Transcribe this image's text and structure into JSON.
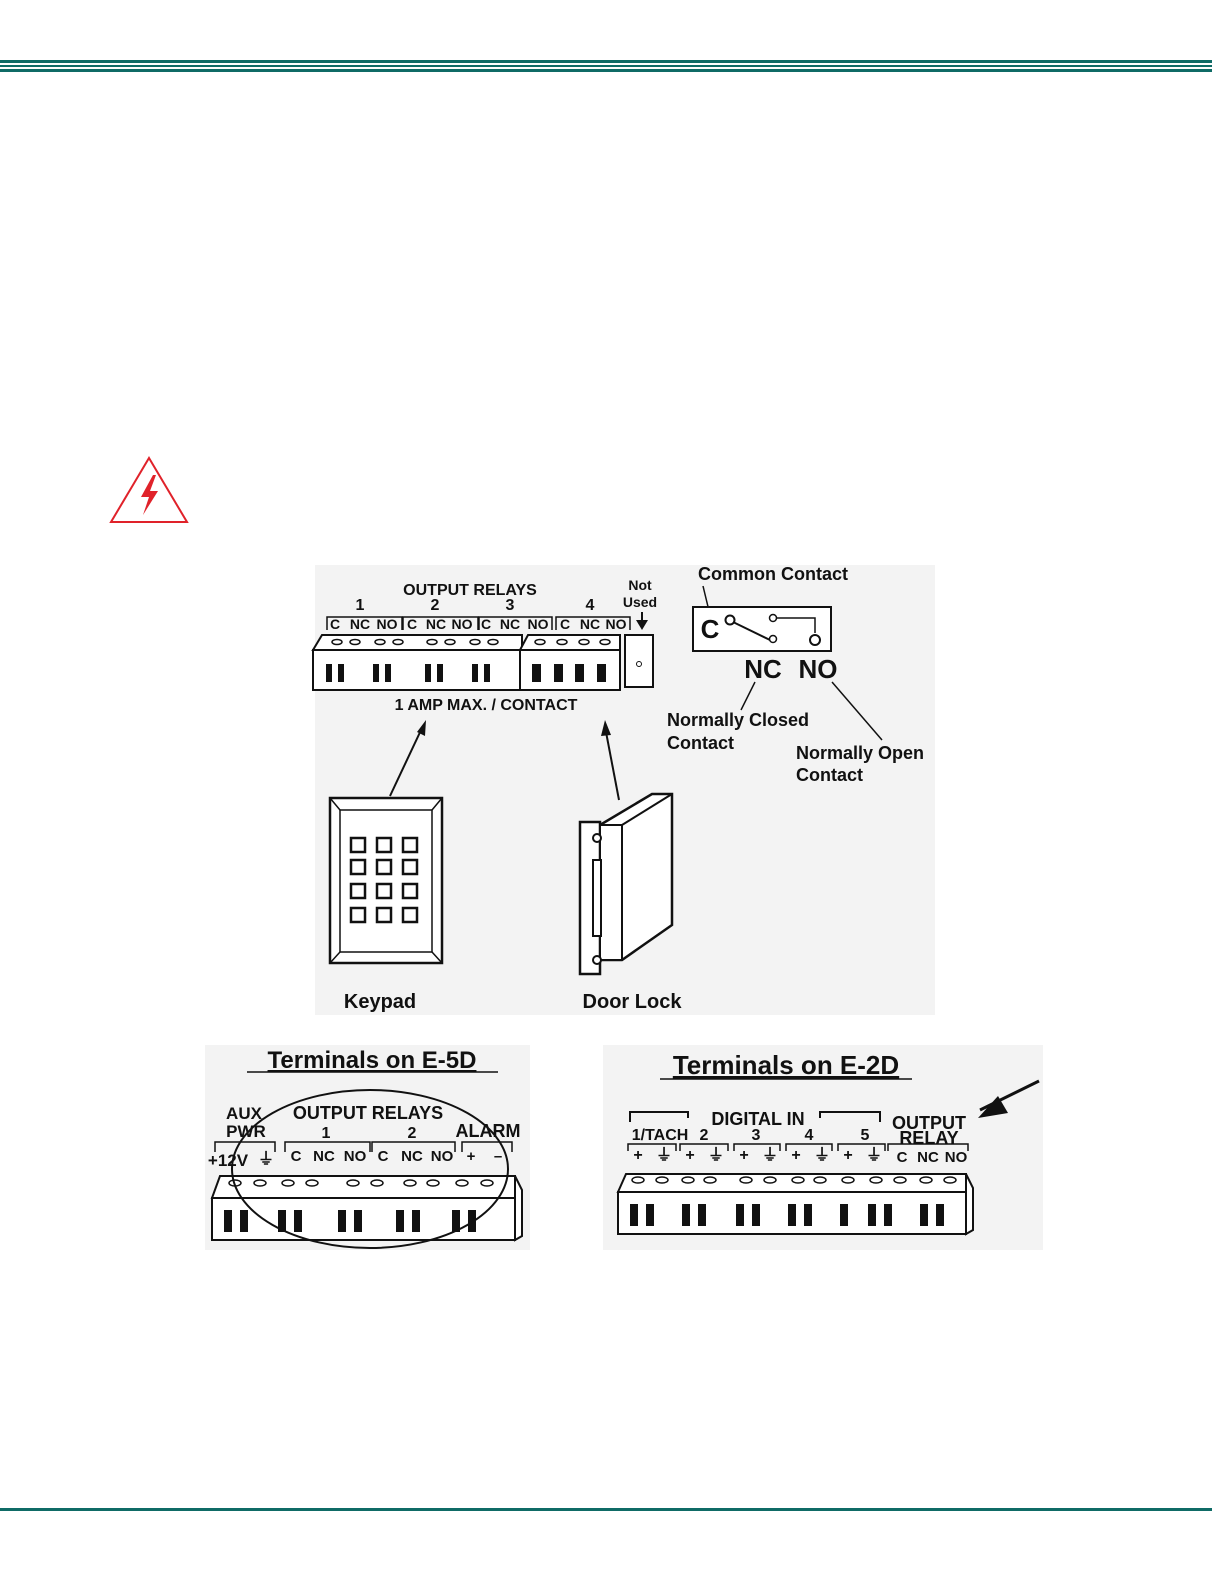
{
  "colors": {
    "rule": "#0f6b66",
    "warning": "#e0222a",
    "ink": "#111111",
    "panel": "#f3f3f3"
  },
  "warning_icon": "lightning-hazard-icon",
  "relay_board": {
    "title": "OUTPUT RELAYS",
    "relay_numbers": [
      "1",
      "2",
      "3",
      "4"
    ],
    "contact_labels": [
      "C",
      "NC",
      "NO"
    ],
    "not_used_line1": "Not",
    "not_used_line2": "Used",
    "rating": "1 AMP MAX. / CONTACT"
  },
  "contact_diagram": {
    "common": "Common Contact",
    "c_label": "C",
    "nc_label": "NC",
    "no_label": "NO",
    "nc_desc_line1": "Normally Closed",
    "nc_desc_line2": "Contact",
    "no_desc_line1": "Normally Open",
    "no_desc_line2": "Contact"
  },
  "devices": {
    "keypad": "Keypad",
    "door_lock": "Door Lock"
  },
  "e5d": {
    "title": "Terminals on E-5D",
    "aux_line1": "AUX",
    "aux_line2": "PWR",
    "relays": "OUTPUT RELAYS",
    "r1": "1",
    "r2": "2",
    "alarm": "ALARM",
    "v12": "+12V",
    "ground": "⏚",
    "c": "C",
    "nc": "NC",
    "no": "NO",
    "plus": "+",
    "minus": "–"
  },
  "e2d": {
    "title": "Terminals on E-2D",
    "digital_in": "DIGITAL IN",
    "output_line1": "OUTPUT",
    "output_line2": "RELAY",
    "inputs": [
      "1/TACH",
      "2",
      "3",
      "4",
      "5"
    ],
    "plus": "+",
    "ground": "⏚",
    "c": "C",
    "nc": "NC",
    "no": "NO"
  }
}
